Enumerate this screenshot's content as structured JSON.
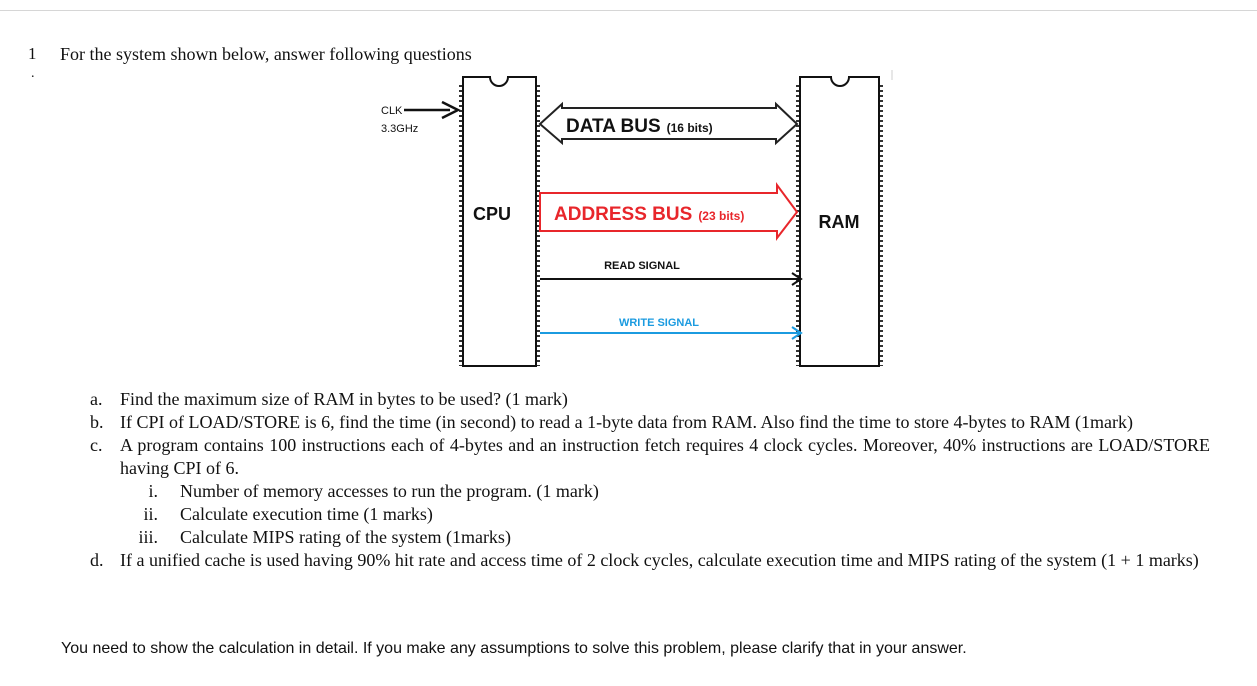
{
  "question": {
    "number": "1",
    "number_dot": ".",
    "prompt": "For the system shown below, answer following questions"
  },
  "diagram": {
    "clk_label": "CLK",
    "clk_freq": "3.3GHz",
    "cpu_label": "CPU",
    "ram_label": "RAM",
    "data_bus_label": "DATA BUS",
    "data_bus_width": "(16 bits)",
    "address_bus_label": "ADDRESS BUS",
    "address_bus_width": "(23 bits)",
    "read_signal_label": "READ SIGNAL",
    "write_signal_label": "WRITE SIGNAL",
    "colors": {
      "data_bus": "#222222",
      "address_bus": "#e8262b",
      "read_signal": "#111111",
      "write_signal": "#1b9be0"
    }
  },
  "subquestions": [
    {
      "marker": "a.",
      "text": "Find the maximum size of RAM in bytes to be used? (1 mark)"
    },
    {
      "marker": "b.",
      "text": "If CPI of LOAD/STORE is 6, find the time (in second) to read a 1-byte data from RAM. Also find the time to store 4-bytes to RAM (1mark)"
    },
    {
      "marker": "c.",
      "text": "A program contains 100 instructions each of 4-bytes and an instruction fetch requires 4 clock cycles. Moreover, 40% instructions are LOAD/STORE having CPI of 6."
    },
    {
      "marker": "i.",
      "text": "Number of memory accesses to run the program. (1 mark)"
    },
    {
      "marker": "ii.",
      "text": "Calculate execution time (1 marks)"
    },
    {
      "marker": "iii.",
      "text": "Calculate MIPS rating of the system (1marks)"
    },
    {
      "marker": "d.",
      "text": "If a unified cache is used having 90% hit rate and access time of 2 clock cycles, calculate execution time and MIPS rating of the system (1 + 1 marks)"
    }
  ],
  "note": "You need to show the calculation in detail. If you make any assumptions to solve this problem, please clarify that in your answer."
}
